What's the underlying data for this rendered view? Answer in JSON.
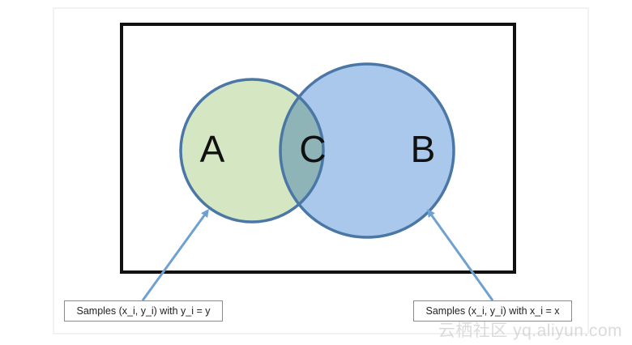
{
  "diagram": {
    "sets": [
      {
        "id": "A",
        "label": "A",
        "fill": "#d5e6c3"
      },
      {
        "id": "B",
        "label": "B",
        "fill": "#a9c8eb"
      }
    ],
    "intersection": {
      "label": "C",
      "fill": "#8fb4b8"
    },
    "callouts": {
      "a": "Samples (x_i, y_i) with y_i = y",
      "b": "Samples (x_i, y_i) with x_i = x"
    },
    "colors": {
      "circle_stroke": "#4a77a6",
      "frame": "#111111",
      "arrow": "#6fa1d0",
      "outer_border": "#e6e6e6"
    }
  },
  "watermark": "云栖社区 yq.aliyun.com"
}
